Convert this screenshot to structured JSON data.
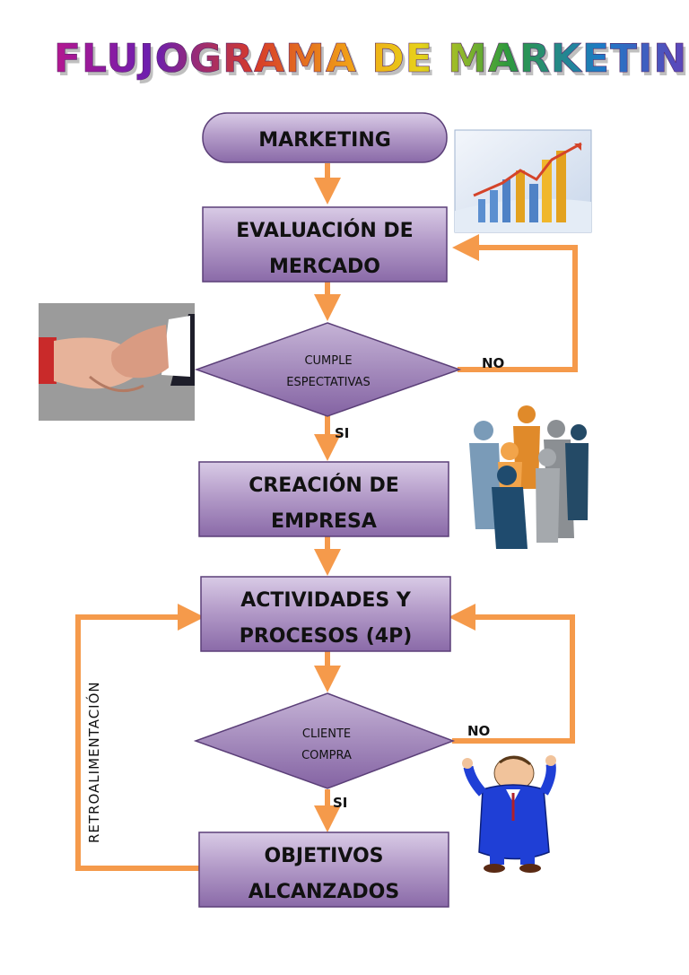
{
  "title": "FLUJOGRAMA DE MARKETING",
  "nodes": {
    "marketing": {
      "lines": [
        "MARKETING"
      ]
    },
    "evaluacion": {
      "lines": [
        "EVALUACIÓN DE",
        "MERCADO"
      ]
    },
    "cumple": {
      "lines": [
        "CUMPLE",
        "ESPECTATIVAS"
      ]
    },
    "creacion": {
      "lines": [
        "CREACIÓN DE",
        "EMPRESA"
      ]
    },
    "actividades": {
      "lines": [
        "ACTIVIDADES Y",
        "PROCESOS (4P)"
      ]
    },
    "cliente": {
      "lines": [
        "CLIENTE",
        "COMPRA"
      ]
    },
    "objetivos": {
      "lines": [
        "OBJETIVOS",
        "ALCANZADOS"
      ]
    }
  },
  "labels": {
    "si_1": "SI",
    "no_1": "NO",
    "si_2": "SI",
    "no_2": "NO",
    "retro": "RETROALIMENTACIÓN"
  },
  "colors": {
    "arrow": "#f59a4b",
    "box_top": "#cbbad9",
    "box_bottom": "#8a6aa8",
    "box_border": "#5b3f78"
  },
  "images": [
    "bar-chart-picture",
    "handshake-picture",
    "people-group-picture",
    "businessman-picture"
  ]
}
